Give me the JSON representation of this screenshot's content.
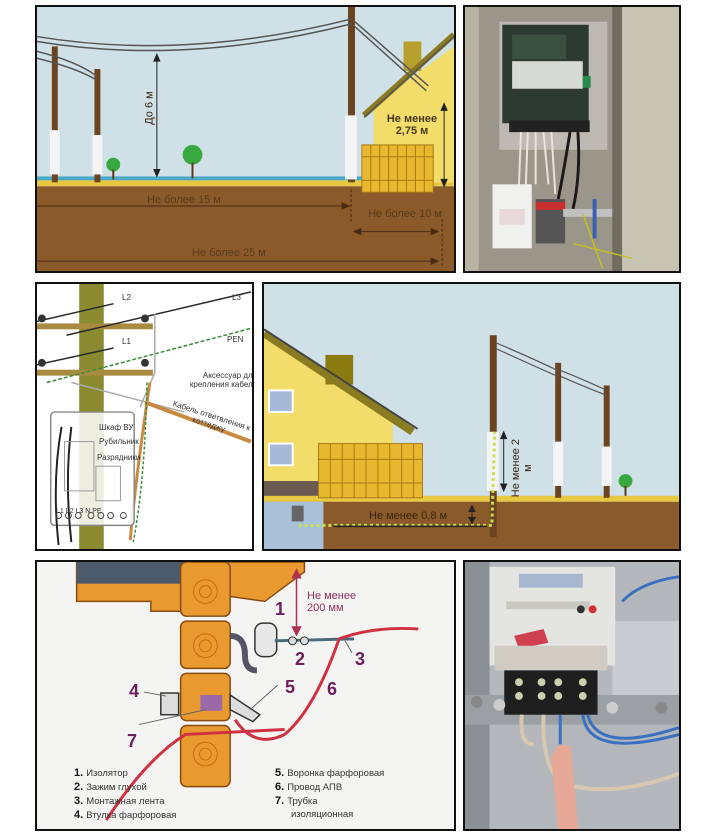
{
  "panel_overhead": {
    "height_label": "До 6 м",
    "house_height_label": "Не менее 2,75 м",
    "span_label": "Не более 15 м",
    "branch_label": "Не более 10 м",
    "total_label": "Не более 25 м",
    "colors": {
      "sky": "#cfe0e6",
      "ground": "#8a5a2a",
      "grass": "#e8c840",
      "pole": "#6b4320",
      "house": "#f2dc6a"
    }
  },
  "panel_meter_photo": {
    "subject": "meter-cabinet-photo"
  },
  "panel_pole_detail": {
    "wire_l2": "L2",
    "wire_l3": "L3",
    "wire_l1": "L1",
    "wire_pen": "PEN",
    "accessory_label": "Аксессуар для крепления кабеля",
    "cable_label": "Кабель ответвления к коттеджу",
    "cabinet_label": "Шкаф ВУ",
    "switch_label": "Рубильник",
    "arrester_label": "Разрядники",
    "terminals": "L1 L2 L3 N PE"
  },
  "panel_underground": {
    "height_label": "Не менее 2 м",
    "depth_label": "Не менее 0,8 м"
  },
  "panel_insulator": {
    "clearance_label": "Не менее 200 мм",
    "callouts": [
      "1",
      "2",
      "3",
      "4",
      "5",
      "6",
      "7"
    ],
    "legend_left": [
      {
        "n": "1.",
        "text": "Изолятор"
      },
      {
        "n": "2.",
        "text": "Зажим глухой"
      },
      {
        "n": "3.",
        "text": "Монтажная лента"
      },
      {
        "n": "4.",
        "text": "Втулка фарфоровая"
      }
    ],
    "legend_right": [
      {
        "n": "5.",
        "text": "Воронка фарфоровая"
      },
      {
        "n": "6.",
        "text": "Провод АПВ"
      },
      {
        "n": "7.",
        "text": "Трубка"
      },
      {
        "n": "",
        "text": "изоляционная"
      }
    ]
  },
  "panel_terminal_photo": {
    "subject": "meter-terminal-photo"
  }
}
